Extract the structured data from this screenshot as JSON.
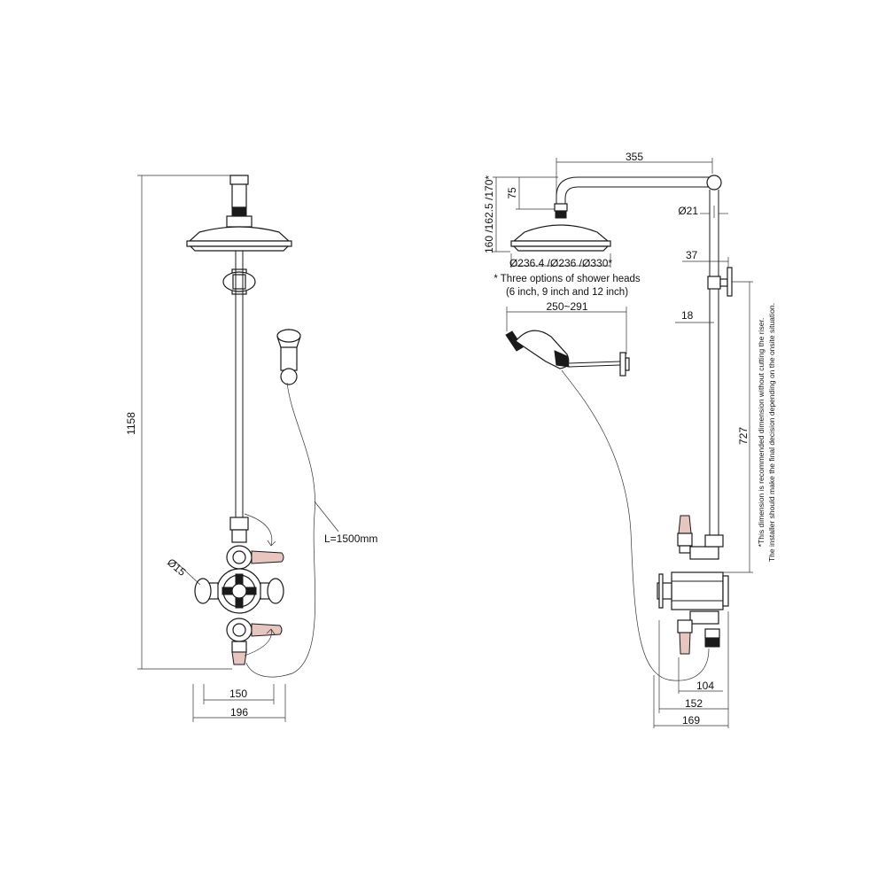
{
  "front": {
    "height_1158": "1158",
    "width_150": "150",
    "width_196": "196",
    "dia_15": "Ø15",
    "hose_length": "L=1500mm"
  },
  "side": {
    "arm_355": "355",
    "head_heights": "160 /162.5 /170*",
    "drop_75": "75",
    "riser_dia": "Ø21",
    "head_diameters": "Ø236.4 /Ø236 /Ø330*",
    "note_line1": "* Three options of shower heads",
    "note_line2": "(6 inch, 9 inch and 12 inch)",
    "handset_reach": "250~291",
    "bracket_37": "37",
    "bracket_18": "18",
    "riser_727": "727",
    "depth_104": "104",
    "depth_152": "152",
    "depth_169": "169",
    "riser_note_line1": "*This dimension is recommended dimension without cutting the riser.",
    "riser_note_line2": "The installer should make the final decision depending on the onsite situation."
  }
}
